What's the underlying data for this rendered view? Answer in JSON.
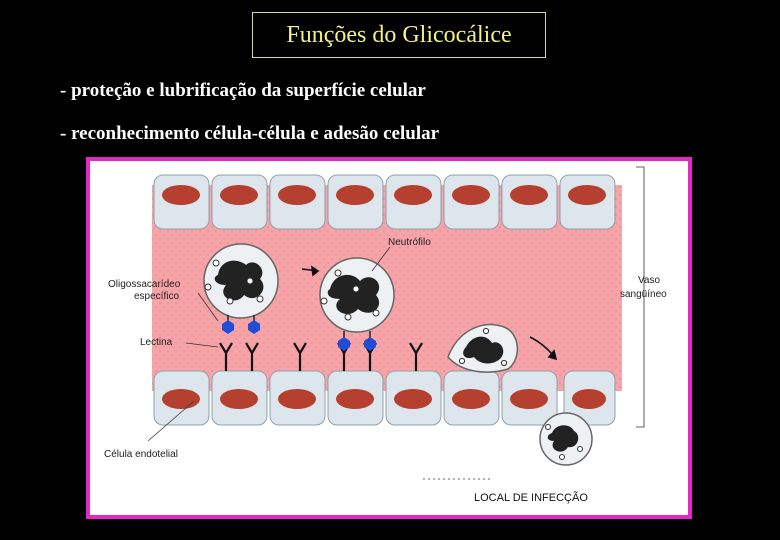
{
  "slide": {
    "title": "Funções do Glicocálice",
    "bullets": [
      "- proteção  e lubrificação da superfície celular",
      "- reconhecimento célula-célula e adesão celular"
    ]
  },
  "figure": {
    "labels": {
      "neutrophil": "Neutrófilo",
      "oligo_line1": "Oligossacarídeo",
      "oligo_line2": "específico",
      "lectin": "Lectina",
      "vessel_line1": "Vaso",
      "vessel_line2": "sangüíneo",
      "endothelial": "Célula endotelial",
      "infection_site": "LOCAL DE INFECÇÃO"
    }
  },
  "colors": {
    "frame_border": "#e627c8",
    "title_text": "#f4f088",
    "title_border": "#d8d890",
    "vessel_fill": "#f6a4a8",
    "endothelial_cell": "#dde6ec",
    "nucleus": "#b5402f",
    "oligosaccharide": "#1e4ed8"
  }
}
